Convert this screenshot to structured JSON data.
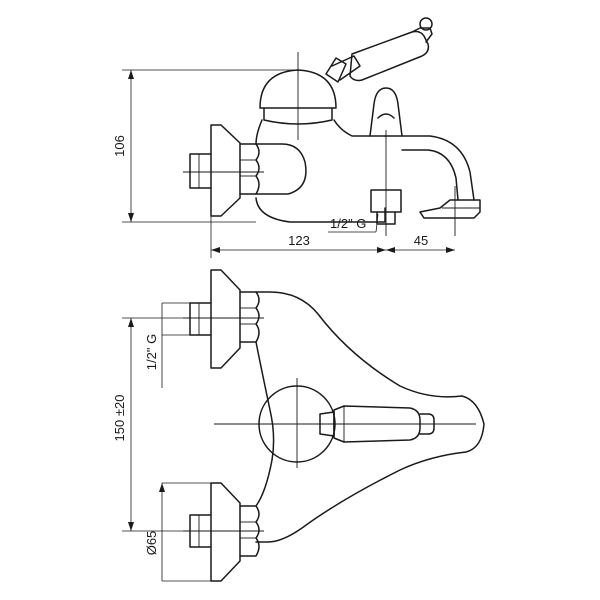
{
  "dimensions": {
    "height_total": "106",
    "width_body": "123",
    "width_spout": "45",
    "thread_top": "1/2\" G",
    "thread_side": "1/2\" G",
    "center_distance": "150 ±20",
    "flange_diameter": "Ø65"
  }
}
